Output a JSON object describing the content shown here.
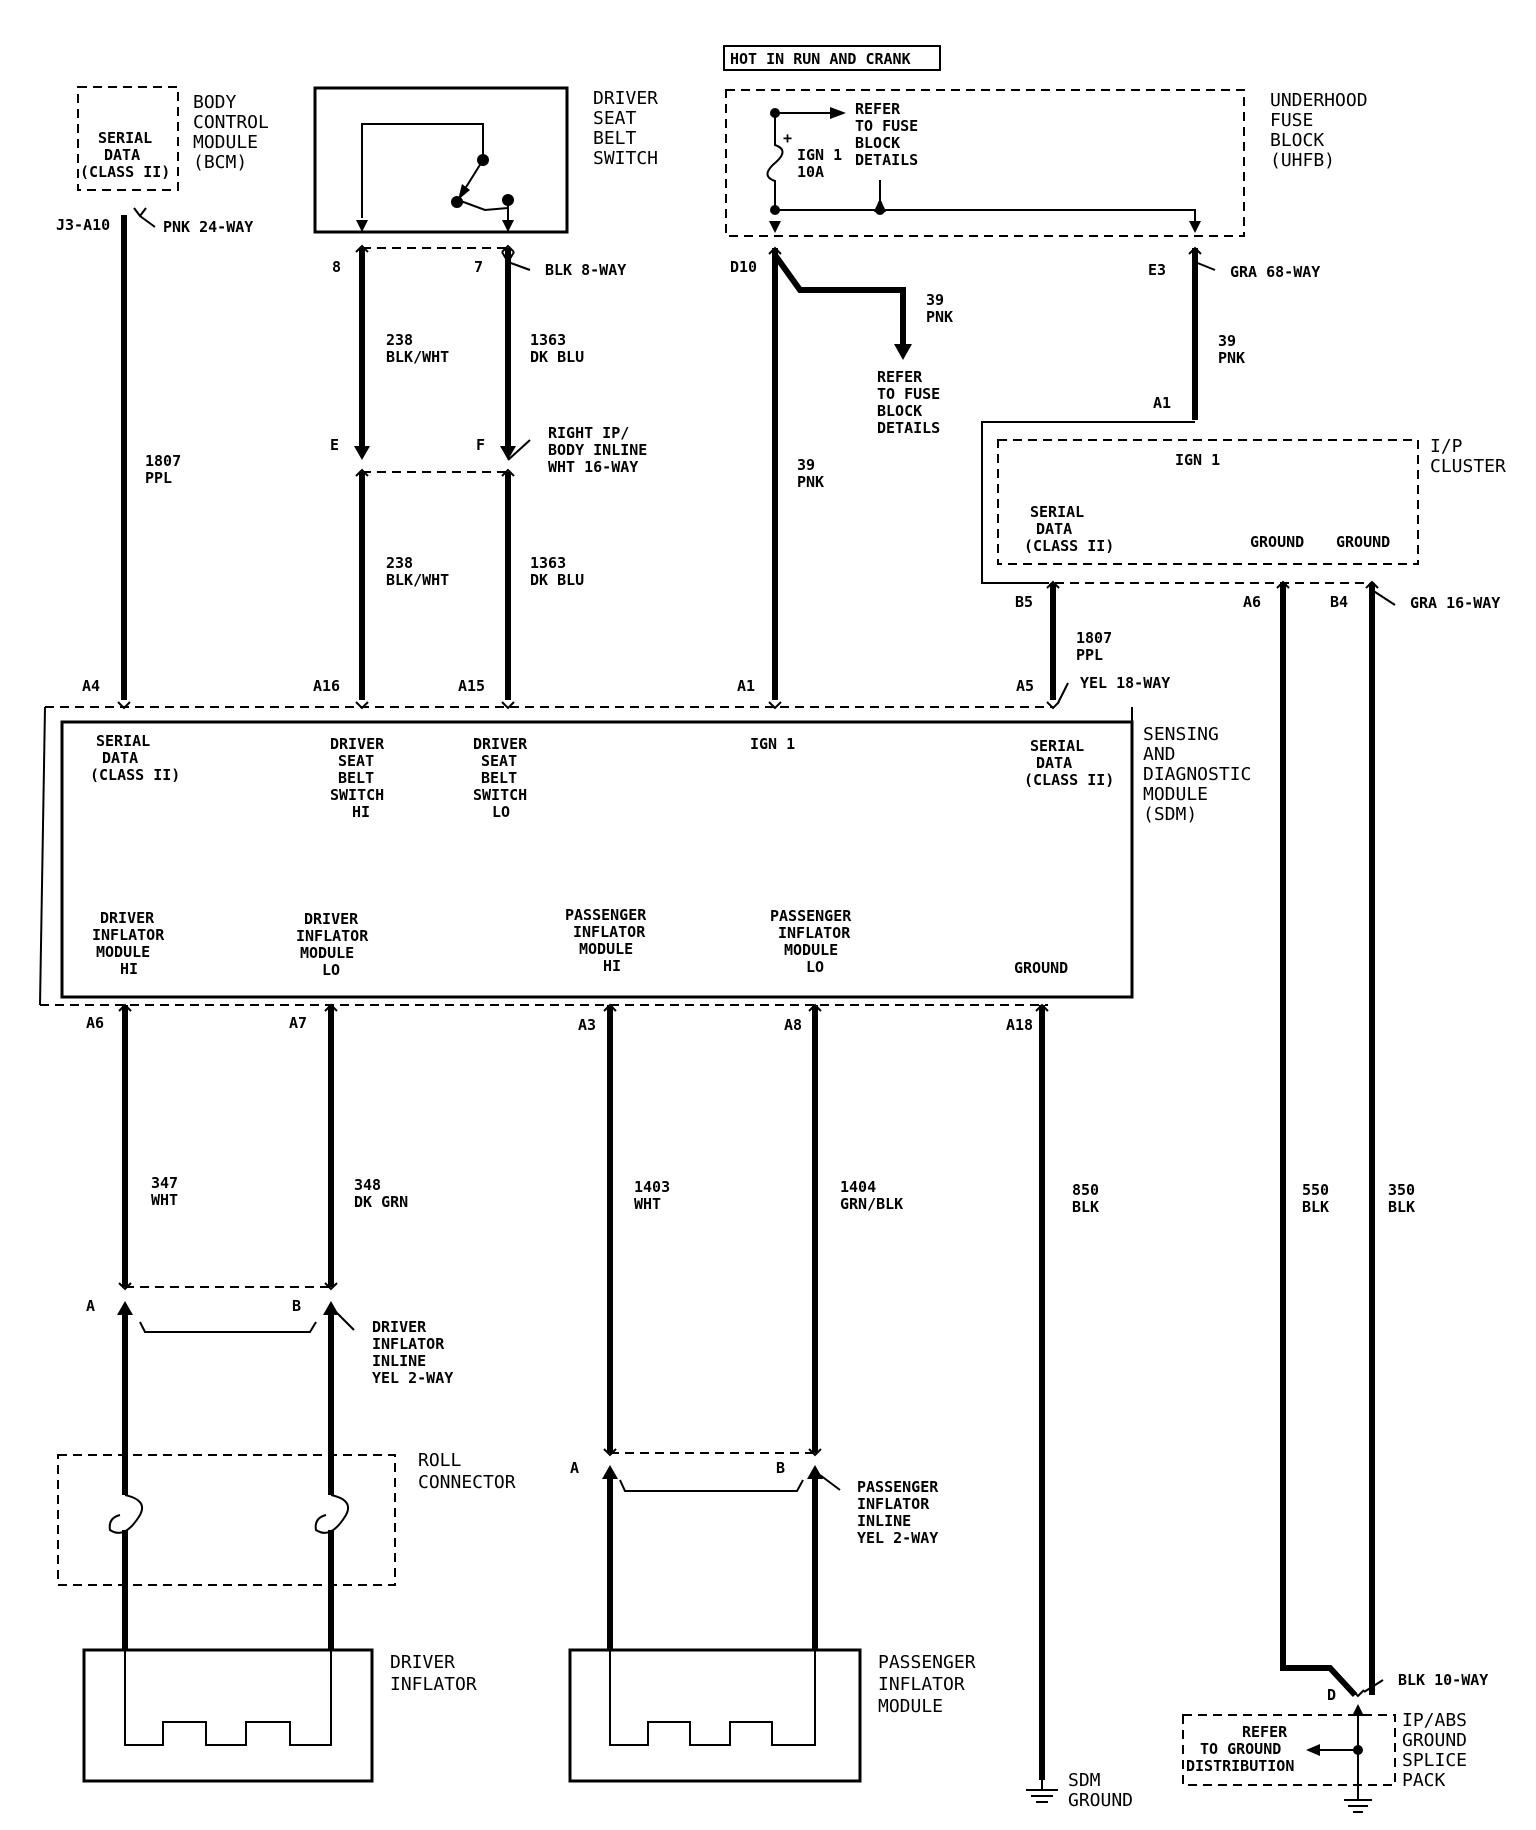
{
  "header": {
    "hot_in_run": "HOT IN RUN AND CRANK"
  },
  "bcm": {
    "title": [
      "BODY",
      "CONTROL",
      "MODULE",
      "(BCM)"
    ],
    "inside": [
      "SERIAL",
      "DATA",
      "(CLASS II)"
    ],
    "pin": "J3-A10",
    "conn": "PNK 24-WAY"
  },
  "seatbelt": {
    "title": [
      "DRIVER",
      "SEAT",
      "BELT",
      "SWITCH"
    ],
    "pin8": "8",
    "pin7": "7",
    "conn": "BLK 8-WAY"
  },
  "uhfb": {
    "title": [
      "UNDERHOOD",
      "FUSE",
      "BLOCK",
      "(UHFB)"
    ],
    "refer": [
      "REFER",
      "TO FUSE",
      "BLOCK",
      "DETAILS"
    ],
    "fuse": [
      "IGN 1",
      "10A"
    ],
    "plus": "+",
    "pin_d10": "D10",
    "pin_e3": "E3",
    "conn_e3": "GRA 68-WAY"
  },
  "refer_fuse2": [
    "REFER",
    "TO FUSE",
    "BLOCK",
    "DETAILS"
  ],
  "inline_ip": {
    "label": [
      "RIGHT IP/",
      "BODY INLINE",
      "WHT 16-WAY"
    ],
    "pin_e": "E",
    "pin_f": "F"
  },
  "wires": {
    "w1807": [
      "1807",
      "PPL"
    ],
    "w238a": [
      "238",
      "BLK/WHT"
    ],
    "w1363a": [
      "1363",
      "DK BLU"
    ],
    "w238b": [
      "238",
      "BLK/WHT"
    ],
    "w1363b": [
      "1363",
      "DK BLU"
    ],
    "w39a": [
      "39",
      "PNK"
    ],
    "w39b": [
      "39",
      "PNK"
    ],
    "w39c": [
      "39",
      "PNK"
    ],
    "w1807b": [
      "1807",
      "PPL"
    ],
    "w347": [
      "347",
      "WHT"
    ],
    "w348": [
      "348",
      "DK GRN"
    ],
    "w1403": [
      "1403",
      "WHT"
    ],
    "w1404": [
      "1404",
      "GRN/BLK"
    ],
    "w850": [
      "850",
      "BLK"
    ],
    "w550": [
      "550",
      "BLK"
    ],
    "w350": [
      "350",
      "BLK"
    ]
  },
  "cluster": {
    "title": [
      "I/P",
      "CLUSTER"
    ],
    "ign": "IGN 1",
    "serial": [
      "SERIAL",
      "DATA",
      "(CLASS II)"
    ],
    "gnd1": "GROUND",
    "gnd2": "GROUND",
    "pin_a1": "A1",
    "pin_b5": "B5",
    "pin_a6": "A6",
    "pin_b4": "B4",
    "conn": "GRA 16-WAY"
  },
  "sdm": {
    "title": [
      "SENSING",
      "AND",
      "DIAGNOSTIC",
      "MODULE",
      "(SDM)"
    ],
    "top_pins": {
      "a4": "A4",
      "a16": "A16",
      "a15": "A15",
      "a1": "A1",
      "a5": "A5"
    },
    "conn_top": "YEL 18-WAY",
    "labels": {
      "serial1": [
        "SERIAL",
        "DATA",
        "(CLASS II)"
      ],
      "dsb_hi": [
        "DRIVER",
        "SEAT",
        "BELT",
        "SWITCH",
        "HI"
      ],
      "dsb_lo": [
        "DRIVER",
        "SEAT",
        "BELT",
        "SWITCH",
        "LO"
      ],
      "ign": "IGN 1",
      "serial2": [
        "SERIAL",
        "DATA",
        "(CLASS II)"
      ],
      "dim_hi": [
        "DRIVER",
        "INFLATOR",
        "MODULE",
        "HI"
      ],
      "dim_lo": [
        "DRIVER",
        "INFLATOR",
        "MODULE",
        "LO"
      ],
      "pim_hi": [
        "PASSENGER",
        "INFLATOR",
        "MODULE",
        "HI"
      ],
      "pim_lo": [
        "PASSENGER",
        "INFLATOR",
        "MODULE",
        "LO"
      ],
      "ground": "GROUND"
    },
    "bottom_pins": {
      "a6": "A6",
      "a7": "A7",
      "a3": "A3",
      "a8": "A8",
      "a18": "A18"
    }
  },
  "driver_inline": {
    "label": [
      "DRIVER",
      "INFLATOR",
      "INLINE",
      "YEL 2-WAY"
    ],
    "pin_a": "A",
    "pin_b": "B"
  },
  "pass_inline": {
    "label": [
      "PASSENGER",
      "INFLATOR",
      "INLINE",
      "YEL 2-WAY"
    ],
    "pin_a": "A",
    "pin_b": "B"
  },
  "roll": {
    "label": [
      "ROLL",
      "CONNECTOR"
    ]
  },
  "driver_inflator": {
    "label": [
      "DRIVER",
      "INFLATOR"
    ]
  },
  "pass_module": {
    "label": [
      "PASSENGER",
      "INFLATOR",
      "MODULE"
    ]
  },
  "sdm_ground": {
    "label": [
      "SDM",
      "GROUND"
    ]
  },
  "splice": {
    "title": [
      "IP/ABS",
      "GROUND",
      "SPLICE",
      "PACK"
    ],
    "refer": [
      "REFER",
      "TO GROUND",
      "DISTRIBUTION"
    ],
    "pin_d": "D",
    "conn": "BLK 10-WAY"
  }
}
